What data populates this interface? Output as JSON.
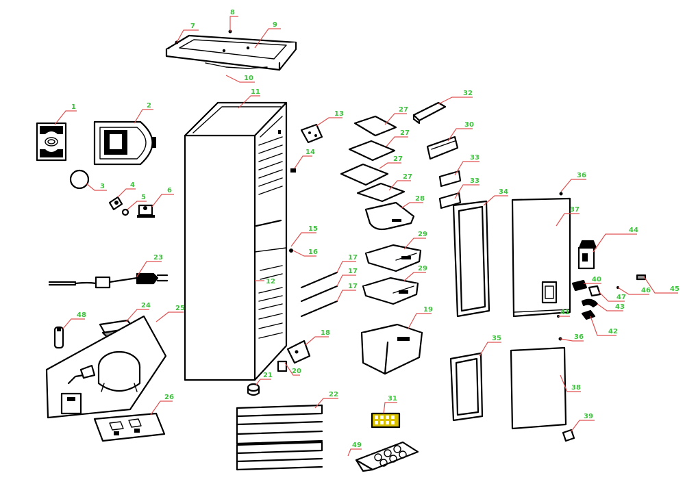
{
  "colors": {
    "line": "#000000",
    "label": "#3ec23e",
    "leader": "#e05050",
    "background": "#ffffff"
  },
  "callouts": [
    {
      "id": "c7",
      "text": "7"
    },
    {
      "id": "c8",
      "text": "8"
    },
    {
      "id": "c9",
      "text": "9"
    },
    {
      "id": "c10",
      "text": "10"
    },
    {
      "id": "c11",
      "text": "11"
    },
    {
      "id": "c1",
      "text": "1"
    },
    {
      "id": "c2",
      "text": "2"
    },
    {
      "id": "c3",
      "text": "3"
    },
    {
      "id": "c4",
      "text": "4"
    },
    {
      "id": "c5",
      "text": "5"
    },
    {
      "id": "c6",
      "text": "6"
    },
    {
      "id": "c13",
      "text": "13"
    },
    {
      "id": "c14",
      "text": "14"
    },
    {
      "id": "c15",
      "text": "15"
    },
    {
      "id": "c16",
      "text": "16"
    },
    {
      "id": "c12",
      "text": "12"
    },
    {
      "id": "c23",
      "text": "23"
    },
    {
      "id": "c48",
      "text": "48"
    },
    {
      "id": "c24",
      "text": "24"
    },
    {
      "id": "c25",
      "text": "25"
    },
    {
      "id": "c26",
      "text": "26"
    },
    {
      "id": "c18",
      "text": "18"
    },
    {
      "id": "c20",
      "text": "20"
    },
    {
      "id": "c21",
      "text": "21"
    },
    {
      "id": "c22",
      "text": "22"
    },
    {
      "id": "c17a",
      "text": "17"
    },
    {
      "id": "c17b",
      "text": "17"
    },
    {
      "id": "c17c",
      "text": "17"
    },
    {
      "id": "c27a",
      "text": "27"
    },
    {
      "id": "c27b",
      "text": "27"
    },
    {
      "id": "c27c",
      "text": "27"
    },
    {
      "id": "c27d",
      "text": "27"
    },
    {
      "id": "c28",
      "text": "28"
    },
    {
      "id": "c29a",
      "text": "29"
    },
    {
      "id": "c29b",
      "text": "29"
    },
    {
      "id": "c19",
      "text": "19"
    },
    {
      "id": "c31",
      "text": "31"
    },
    {
      "id": "c49",
      "text": "49"
    },
    {
      "id": "c32",
      "text": "32"
    },
    {
      "id": "c30",
      "text": "30"
    },
    {
      "id": "c33a",
      "text": "33"
    },
    {
      "id": "c33b",
      "text": "33"
    },
    {
      "id": "c34",
      "text": "34"
    },
    {
      "id": "c35",
      "text": "35"
    },
    {
      "id": "c36a",
      "text": "36"
    },
    {
      "id": "c36b",
      "text": "36"
    },
    {
      "id": "c37",
      "text": "37"
    },
    {
      "id": "c38",
      "text": "38"
    },
    {
      "id": "c39",
      "text": "39"
    },
    {
      "id": "c44",
      "text": "44"
    },
    {
      "id": "c45",
      "text": "45"
    },
    {
      "id": "c46",
      "text": "46"
    },
    {
      "id": "c47",
      "text": "47"
    },
    {
      "id": "c40",
      "text": "40"
    },
    {
      "id": "c43",
      "text": "43"
    },
    {
      "id": "c41",
      "text": "41"
    },
    {
      "id": "c42",
      "text": "42"
    }
  ]
}
